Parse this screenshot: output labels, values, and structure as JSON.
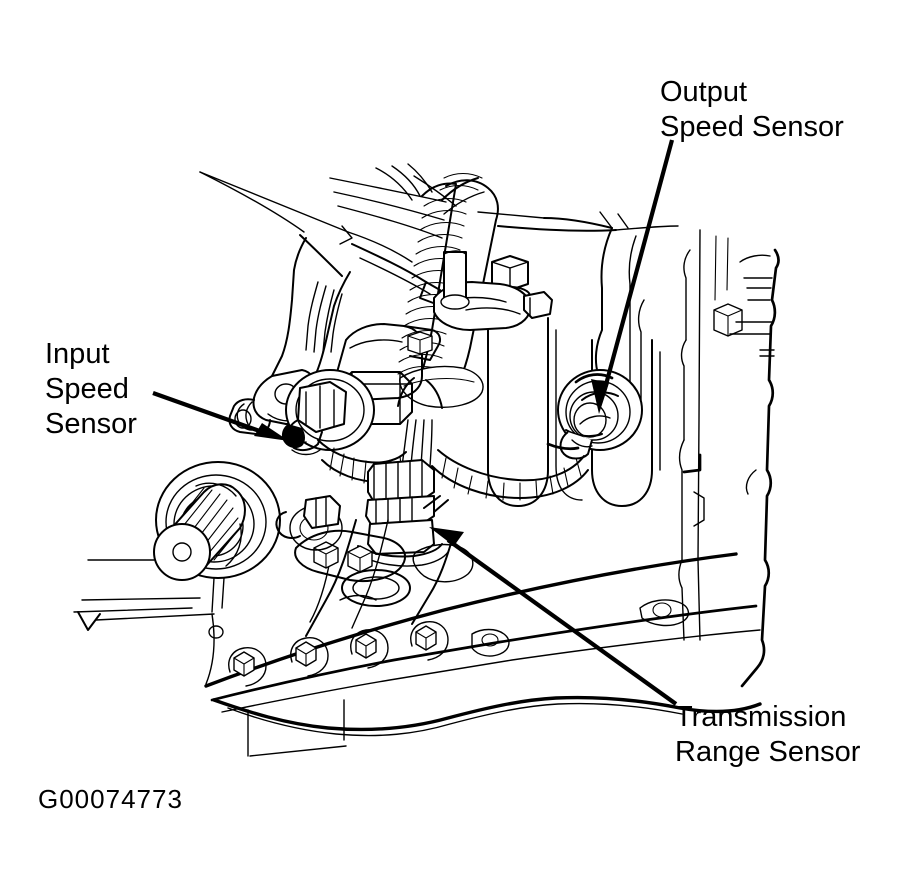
{
  "figure": {
    "title": "Automatic Transmission Sensor Location Diagram",
    "style": "black-and-white line art",
    "background_color": "#ffffff",
    "line_color": "#000000",
    "reference_code": "G00074773"
  },
  "labels": {
    "input_speed_sensor": {
      "lines": [
        "Input",
        "Speed",
        "Sensor"
      ],
      "line1": "Input",
      "line2": "Speed",
      "line3": "Sensor",
      "position": "left",
      "leader": "arrow pointing right and down to connector"
    },
    "output_speed_sensor": {
      "lines": [
        "Output",
        "Speed Sensor"
      ],
      "line1": "Output",
      "line2": "Speed Sensor",
      "position": "top-right",
      "leader": "arrow pointing down and left to connector"
    },
    "transmission_range_sensor": {
      "lines": [
        "Transmission",
        "Range Sensor"
      ],
      "line1": "Transmission",
      "line2": "Range Sensor",
      "position": "bottom-right",
      "leader": "arrow pointing up and left to connector block"
    }
  },
  "callouts": [
    {
      "name": "input-speed-sensor",
      "text": "Input Speed Sensor"
    },
    {
      "name": "output-speed-sensor",
      "text": "Output Speed Sensor"
    },
    {
      "name": "transmission-range-sensor",
      "text": "Transmission Range Sensor"
    }
  ],
  "parts": [
    {
      "name": "transmission-case",
      "description": "main transmission housing body"
    },
    {
      "name": "output-shaft-splines",
      "description": "splined output shaft at left"
    },
    {
      "name": "wiring-harness",
      "description": "corrugated conduit wiring harness"
    },
    {
      "name": "harness-connector-block",
      "description": "rectangular multi-pin connector"
    },
    {
      "name": "hose-clamp-bracket",
      "description": "bracket with hex bolt"
    },
    {
      "name": "oil-pan-rail",
      "description": "pan flange with hex bolts"
    }
  ]
}
